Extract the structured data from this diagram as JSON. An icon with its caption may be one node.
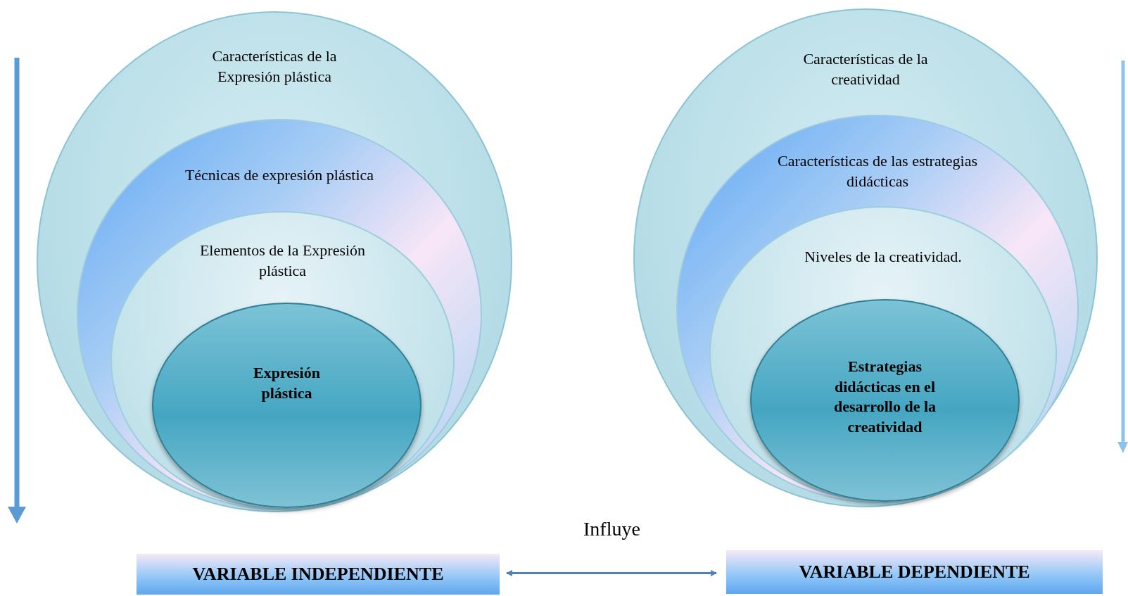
{
  "diagram": {
    "nodes": [
      {
        "text": [
          "Características de la Expresión plástica"
        ]
      },
      {
        "text": [
          "Técnicas de expresión plástica"
        ],
        "in": 0
      },
      {
        "text": [
          "Elementos de la Expresión plástica"
        ],
        "in": 1
      },
      {
        "text": [
          "Expresión plástica"
        ],
        "in": 2
      },
      {
        "text": [
          "Características de la creatividad"
        ]
      },
      {
        "text": [
          "Características de las estrategias didácticas"
        ],
        "in": 4
      },
      {
        "text": [
          "Niveles de la creatividad."
        ],
        "in": 5
      },
      {
        "text": [
          "Estrategias didácticas en el desarrollo de la creatividad"
        ],
        "in": 6
      },
      {
        "text": [
          "VARIABLE INDEPENDIENTE"
        ]
      },
      {
        "text": [
          "VARIABLE DEPENDIENTE"
        ]
      }
    ],
    "edges": [
      {
        "from": 8,
        "to": 9,
        "arrow": "both",
        "label": "Influye"
      }
    ]
  }
}
